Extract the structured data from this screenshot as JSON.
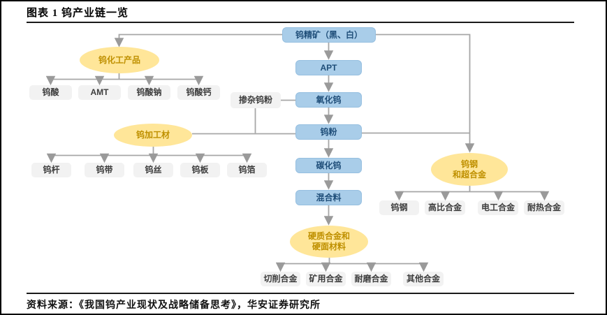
{
  "header": {
    "title": "图表 1 钨产业链一览"
  },
  "footer": {
    "source": "资料来源：《我国钨产业现状及战略储备思考》，华安证券研究所"
  },
  "colors": {
    "blue_box_fill": "#A9CDE9",
    "blue_box_text": "#1F4E79",
    "ellipse_fill": "#FFE699",
    "ellipse_text": "#BF9000",
    "gray_box_fill": "#F2F2F2",
    "connector": "#A6A6A6"
  },
  "diagram": {
    "chain": [
      "钨精矿（黑、白）",
      "APT",
      "氧化钨",
      "钨粉",
      "碳化钨",
      "混合料"
    ],
    "doped_powder": "掺杂钨粉",
    "groups": [
      {
        "name_lines": [
          "钨化工产品"
        ],
        "children": [
          "钨酸",
          "AMT",
          "钨酸钠",
          "钨酸钙"
        ]
      },
      {
        "name_lines": [
          "钨加工材"
        ],
        "children": [
          "钨杆",
          "钨带",
          "钨丝",
          "钨板",
          "钨箔"
        ]
      },
      {
        "name_lines": [
          "钨钢",
          "和超合金"
        ],
        "children": [
          "钨钢",
          "高比合金",
          "电工合金",
          "耐热合金"
        ]
      },
      {
        "name_lines": [
          "硬质合金和",
          "硬面材料"
        ],
        "children": [
          "切削合金",
          "矿用合金",
          "耐磨合金",
          "其他合金"
        ]
      }
    ]
  }
}
